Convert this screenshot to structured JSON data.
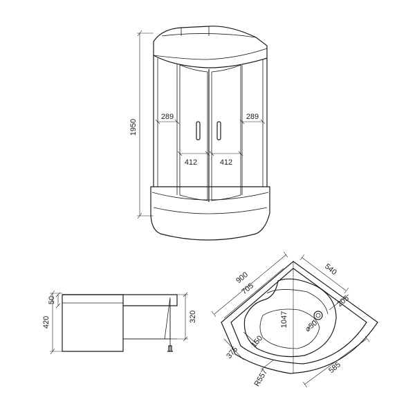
{
  "colors": {
    "line": "#1a1a1a",
    "background": "#ffffff"
  },
  "front_view": {
    "height": "1950",
    "left_panel": "289",
    "right_panel": "289",
    "left_door": "412",
    "right_door": "412"
  },
  "side_view": {
    "tray_height": "420",
    "top_rim": "50",
    "apron_height": "320"
  },
  "plan_view": {
    "width": "900",
    "inner_width": "705",
    "side_a": "540",
    "side_b": "205",
    "diagonal": "1047",
    "drain": "⌀50",
    "seat_offset": "150",
    "seat_depth": "375",
    "front_depth": "585",
    "radius": "R557"
  }
}
